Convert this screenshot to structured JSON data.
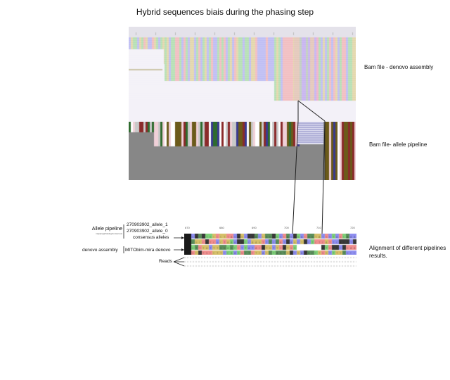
{
  "title": "Hybrid sequences biais during the phasing step",
  "labels": {
    "bam_denovo": "Bam file - denovo assembly",
    "bam_allele": "Bam file- allele pipeline",
    "alignment": "Alignment of different pipelines results.",
    "allele_pipeline": "Allele pipeline",
    "allele_pipeline_sub": "mapping/phasing/consensus",
    "allele_1": "270903902_allele_1",
    "allele_0": "270903902_allele_0",
    "consensus": "consensus alleles",
    "denovo_assembly": "denovo assembly",
    "mitobim": "MITObim-mira denovo",
    "reads": "Reads"
  },
  "ruler": {
    "ticks": [
      "670",
      "680",
      "690",
      "700",
      "710",
      "720"
    ]
  },
  "colors": {
    "A": "#7fd07a",
    "C": "#8f8ff0",
    "G": "#d6c06a",
    "T": "#f08f8f",
    "highlight": "#e6a0e0",
    "panel_bg": "#f2f0f8",
    "gray_pane": "#8a8a8a"
  }
}
